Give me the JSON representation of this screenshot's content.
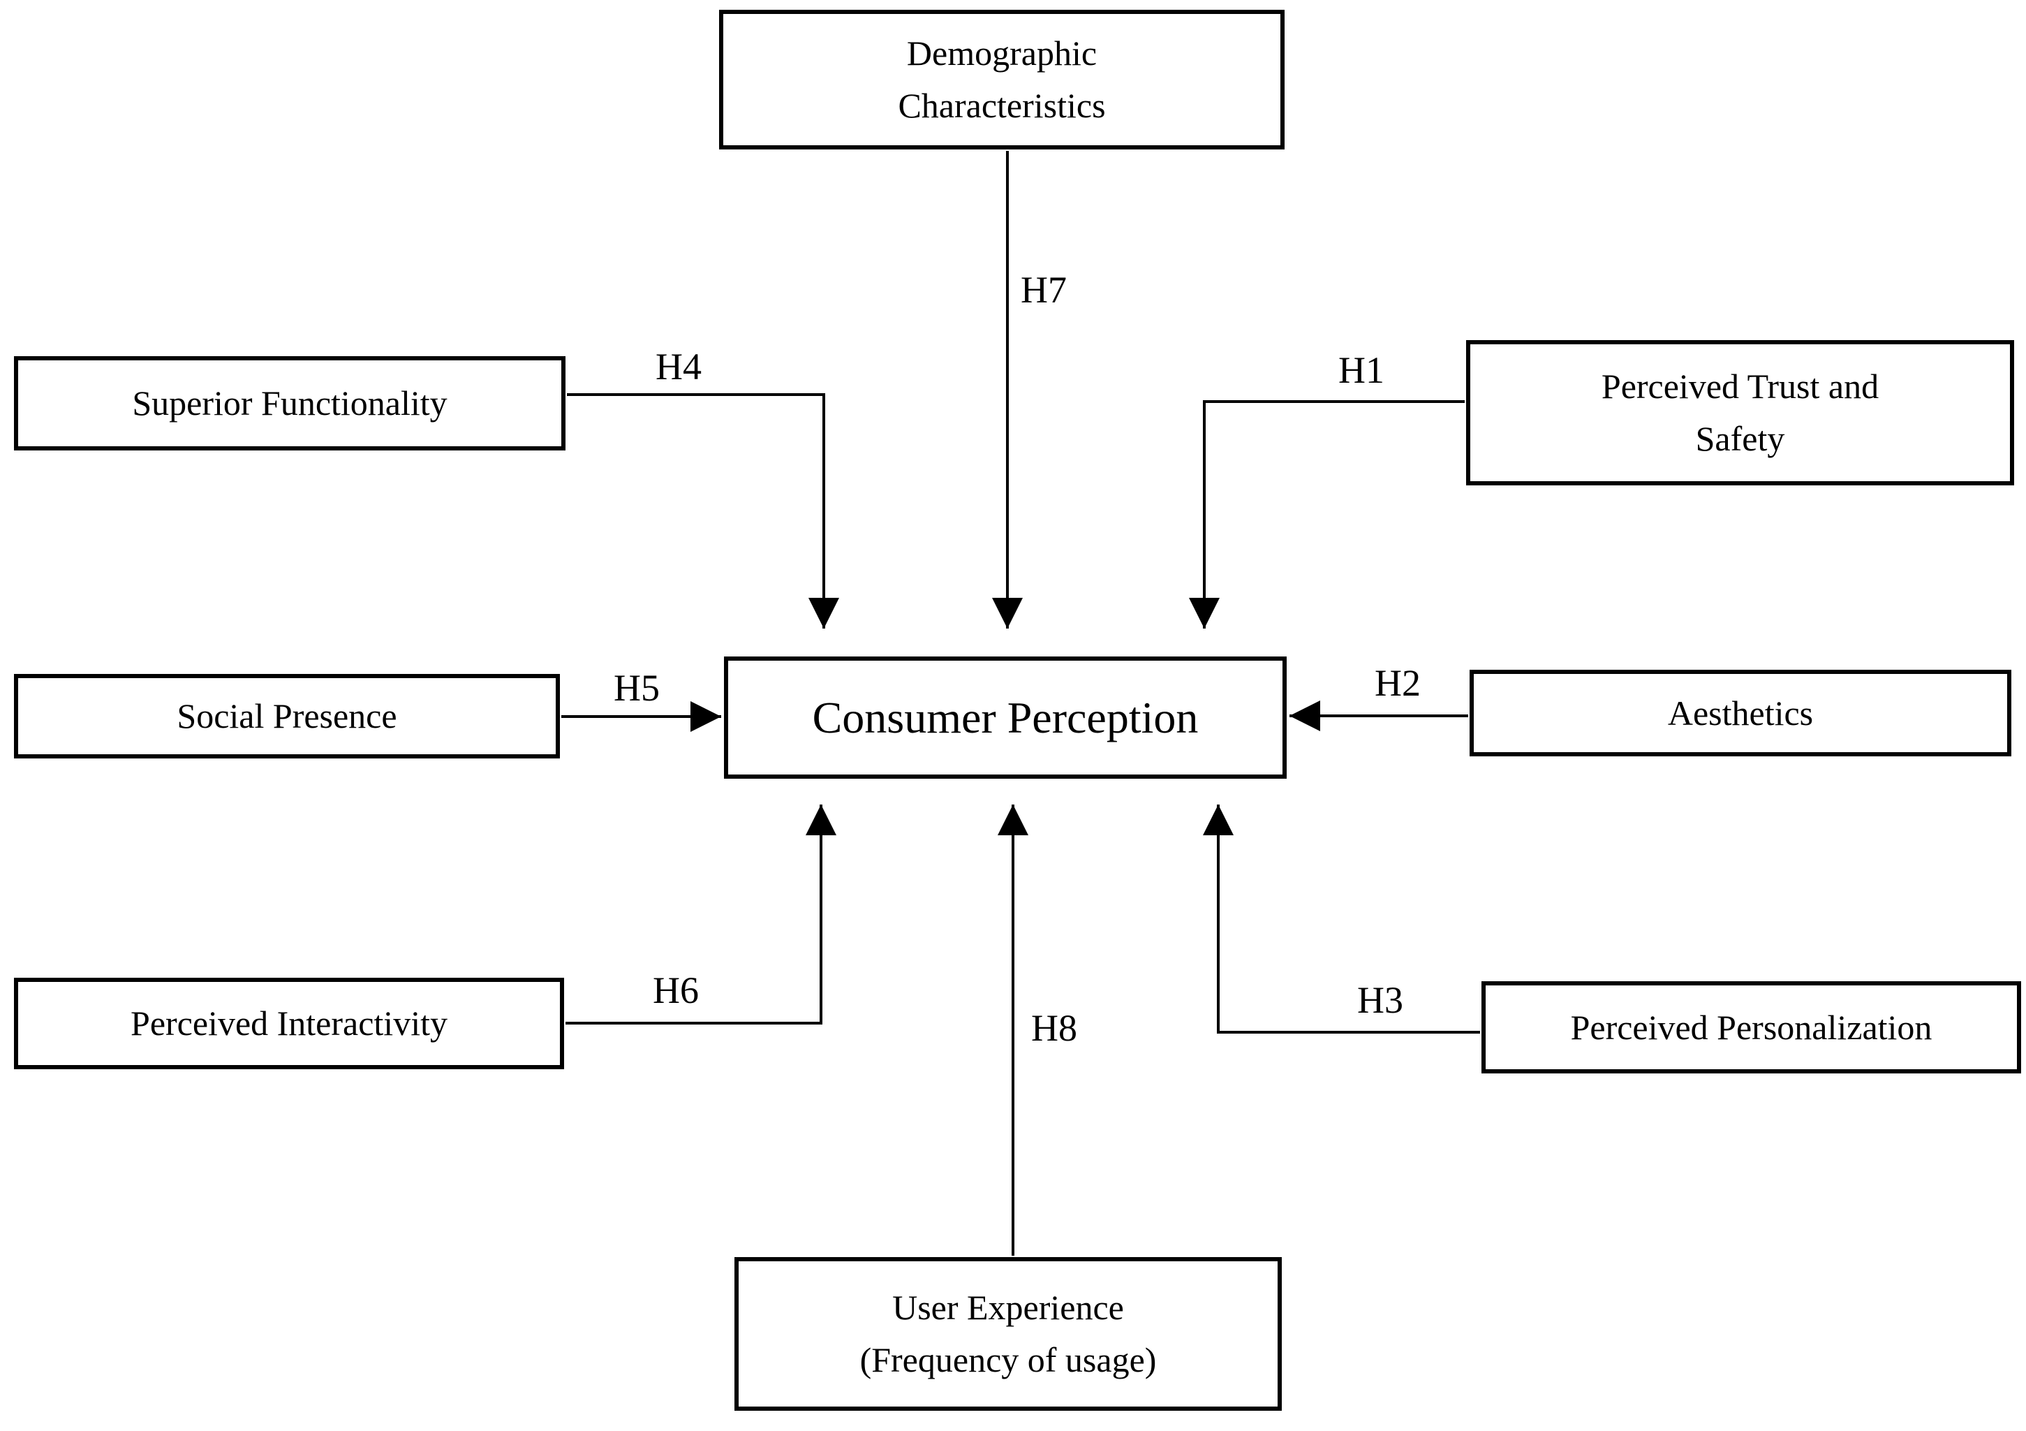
{
  "figure": {
    "type": "conceptual-model-diagram",
    "background_color": "#ffffff",
    "line_color": "#000000"
  },
  "nodes": {
    "demographic_characteristics": {
      "label": "Demographic\nCharacteristics"
    },
    "superior_functionality": {
      "label": "Superior Functionality"
    },
    "perceived_trust_and_safety": {
      "label": "Perceived Trust and\nSafety"
    },
    "social_presence": {
      "label": "Social Presence"
    },
    "consumer_perception": {
      "label": "Consumer Perception"
    },
    "aesthetics": {
      "label": "Aesthetics"
    },
    "perceived_interactivity": {
      "label": "Perceived Interactivity"
    },
    "perceived_personalization": {
      "label": "Perceived Personalization"
    },
    "user_experience": {
      "label": "User Experience\n(Frequency of usage)"
    }
  },
  "edges": [
    {
      "id": "H1",
      "label": "H1",
      "from": "perceived_trust_and_safety",
      "to": "consumer_perception"
    },
    {
      "id": "H2",
      "label": "H2",
      "from": "aesthetics",
      "to": "consumer_perception"
    },
    {
      "id": "H3",
      "label": "H3",
      "from": "perceived_personalization",
      "to": "consumer_perception"
    },
    {
      "id": "H4",
      "label": "H4",
      "from": "superior_functionality",
      "to": "consumer_perception"
    },
    {
      "id": "H5",
      "label": "H5",
      "from": "social_presence",
      "to": "consumer_perception"
    },
    {
      "id": "H6",
      "label": "H6",
      "from": "perceived_interactivity",
      "to": "consumer_perception"
    },
    {
      "id": "H7",
      "label": "H7",
      "from": "demographic_characteristics",
      "to": "consumer_perception"
    },
    {
      "id": "H8",
      "label": "H8",
      "from": "user_experience",
      "to": "consumer_perception"
    }
  ]
}
